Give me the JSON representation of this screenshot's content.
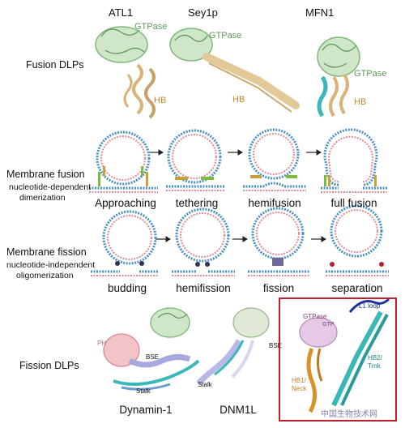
{
  "proteins_top": {
    "atl1": "ATL1",
    "sey1p": "Sey1p",
    "mfn1": "MFN1"
  },
  "fusion_dlps_label": "Fusion DLPs",
  "domain_labels": {
    "gtpase": "GTPase",
    "hb": "HB"
  },
  "membrane_fusion": {
    "title": "Membrane fusion",
    "subtitle": [
      "nucleotide-dependent",
      "dimerization"
    ],
    "stages": [
      "Approaching",
      "tethering",
      "hemifusion",
      "full fusion"
    ]
  },
  "membrane_fission": {
    "title": "Membrane fission",
    "subtitle": [
      "nucleotide-independent",
      "oligomerization"
    ],
    "stages": [
      "budding",
      "hemifission",
      "fission",
      "separation"
    ]
  },
  "fission_dlps": {
    "label": "Fission DLPs",
    "dynamin": "Dynamin-1",
    "dnm1l": "DNM1L",
    "dynamin_domains": {
      "ph": "PH",
      "bse": "BSE",
      "stalk": "Stalk"
    },
    "dnm1l_domains": {
      "bse": "BSE",
      "stalk": "Stalk"
    }
  },
  "inset": {
    "gtpase": "GTPase",
    "gtp": "GTP",
    "l1_loop": "L1 loop",
    "hb2": [
      "HB2/",
      "Trnk"
    ],
    "hb1": [
      "HB1/",
      "Neck"
    ],
    "watermark": "中国生物技术网"
  },
  "colors": {
    "gtpase_green": "#7fb87a",
    "hb_tan": "#d9b27a",
    "helix_cyan": "#3ab7b7",
    "membrane_blue": "#4a90c8",
    "membrane_pink": "#e08a9a",
    "inset_border": "#c0202a",
    "fusion_protein_green": "#7dbb3a",
    "fusion_protein_gold": "#c8a13a",
    "fission_dark": "#333355"
  }
}
